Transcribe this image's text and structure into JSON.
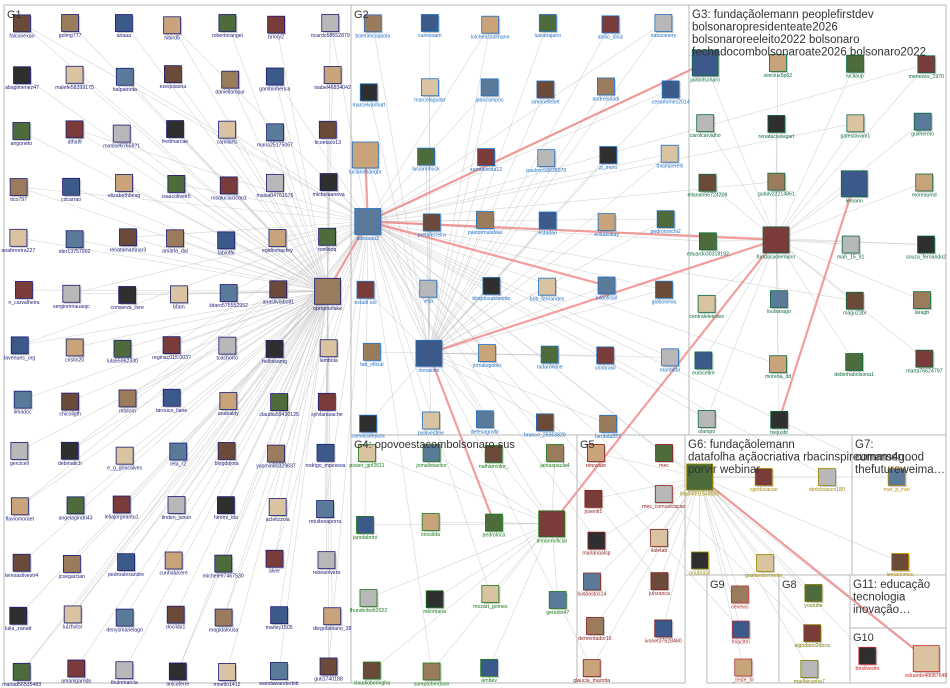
{
  "colors": {
    "background": "#ffffff",
    "panel_border": "#b9b9b9",
    "edge_default": "#c8c8c8",
    "edge_highlight": "#ee7373",
    "g1": "#1b1b78",
    "g2": "#1f6fc4",
    "g3": "#0b6b3c",
    "g4": "#1a7a1a",
    "g5": "#8a1c1c",
    "g6": "#a08a00",
    "g7": "#c08a00",
    "g8": "#7a7a00",
    "g9": "#bb3333",
    "g10": "#cc2222",
    "g11": "#a02020"
  },
  "groups": [
    {
      "id": "G1",
      "title": "G1",
      "lines": [],
      "color_key": "g1"
    },
    {
      "id": "G2",
      "title": "G2",
      "lines": [],
      "color_key": "g2"
    },
    {
      "id": "G3",
      "title": "G3: fundaçãolemann peoplefirstdev",
      "lines": [
        "bolsonaropresidenteate2026",
        "bolsonaroreeleito2022 bolsonaro",
        "fechadocombolsonaroate2026 bolsonaro2022"
      ],
      "color_key": "g3"
    },
    {
      "id": "G4",
      "title": "G4: opovoestacombolsonaro sus",
      "lines": [],
      "color_key": "g4"
    },
    {
      "id": "G5",
      "title": "G5",
      "lines": [],
      "color_key": "g5"
    },
    {
      "id": "G6",
      "title": "G6: fundaçãolemann",
      "lines": [
        "datafolha açãocriativa rbacinspireumamen…",
        "porvir webinar"
      ],
      "color_key": "g6"
    },
    {
      "id": "G7",
      "title": "G7:",
      "lines": [
        "comms4good",
        "thefutureweima…"
      ],
      "color_key": "g7"
    },
    {
      "id": "G8",
      "title": "G8",
      "lines": [],
      "color_key": "g8"
    },
    {
      "id": "G9",
      "title": "G9",
      "lines": [],
      "color_key": "g9"
    },
    {
      "id": "G10",
      "title": "G10",
      "lines": [],
      "color_key": "g10"
    },
    {
      "id": "G11",
      "title": "G11: educação",
      "lines": [
        "tecnologia",
        "inovação…"
      ],
      "color_key": "g11"
    }
  ],
  "nodes": [
    {
      "label": "falconexao",
      "g": "g1"
    },
    {
      "label": "golmg777",
      "g": "g1"
    },
    {
      "label": "ariaaa",
      "g": "g1"
    },
    {
      "label": "hibird5",
      "g": "g1"
    },
    {
      "label": "robertorangel",
      "g": "g1"
    },
    {
      "label": "briory2",
      "g": "g1"
    },
    {
      "label": "ricardo58552879",
      "g": "g1"
    },
    {
      "label": "abagimenez47",
      "g": "g1"
    },
    {
      "label": "malefe58399175",
      "g": "g1"
    },
    {
      "label": "balpatriota",
      "g": "g1"
    },
    {
      "label": "ezequiasna",
      "g": "g1"
    },
    {
      "label": "daniellampur",
      "g": "g1"
    },
    {
      "label": "gambinherica",
      "g": "g1"
    },
    {
      "label": "isabel46834042",
      "g": "g1"
    },
    {
      "label": "angoneto",
      "g": "g1"
    },
    {
      "label": "athal9",
      "g": "g1"
    },
    {
      "label": "marilse67659?1",
      "g": "g1"
    },
    {
      "label": "fredmarcae",
      "g": "g1"
    },
    {
      "label": "camilarts",
      "g": "g1"
    },
    {
      "label": "maria25175067",
      "g": "g1"
    },
    {
      "label": "ticoetaco13",
      "g": "g1"
    },
    {
      "label": "tico797",
      "g": "g1"
    },
    {
      "label": "cdcarrao",
      "g": "g1"
    },
    {
      "label": "elizabethbeag",
      "g": "g1"
    },
    {
      "label": "isaacolivelr5",
      "g": "g1"
    },
    {
      "label": "rosaluciaclcou1",
      "g": "g1"
    },
    {
      "label": "maisa04761576",
      "g": "g1"
    },
    {
      "label": "michelaaneva",
      "g": "g1"
    },
    {
      "label": "anaferreira227",
      "g": "g1"
    },
    {
      "label": "ider13757992",
      "g": "g1"
    },
    {
      "label": "renatamartinar3",
      "g": "g1"
    },
    {
      "label": "amarla_dal",
      "g": "g1"
    },
    {
      "label": "fabiotfe",
      "g": "g1"
    },
    {
      "label": "egidiomachry",
      "g": "g1"
    },
    {
      "label": "ronildoq",
      "g": "g1"
    },
    {
      "label": "n_carvalheira",
      "g": "g1"
    },
    {
      "label": "sergiomirauaojc",
      "g": "g1"
    },
    {
      "label": "conserva_livre",
      "g": "g1"
    },
    {
      "label": "bfam",
      "g": "g1"
    },
    {
      "label": "kitaro575552952",
      "g": "g1"
    },
    {
      "label": "anasilviabotl1",
      "g": "g1"
    },
    {
      "label": "opropriofake",
      "g": "g1"
    },
    {
      "label": "lavenues_org",
      "g": "g1"
    },
    {
      "label": "cristin20",
      "g": "g1"
    },
    {
      "label": "lula55962330",
      "g": "g1"
    },
    {
      "label": "reginac015:003?",
      "g": "g1"
    },
    {
      "label": "tcachorro",
      "g": "g1"
    },
    {
      "label": "helloisamg",
      "g": "g1"
    },
    {
      "label": "lambola",
      "g": "g1"
    },
    {
      "label": "limadoc",
      "g": "g1"
    },
    {
      "label": "chicoligth",
      "g": "g1"
    },
    {
      "label": "mlstom",
      "g": "g1"
    },
    {
      "label": "tarouco_liane",
      "g": "g1"
    },
    {
      "label": "anabaldy",
      "g": "g1"
    },
    {
      "label": "claudia59430125",
      "g": "g1"
    },
    {
      "label": "sylvlaravache",
      "g": "g1"
    },
    {
      "label": "gercicell",
      "g": "g1"
    },
    {
      "label": "debmatich",
      "g": "g1"
    },
    {
      "label": "e_g_goncalves",
      "g": "g1"
    },
    {
      "label": "leta_r2",
      "g": "g1"
    },
    {
      "label": "blogdojota",
      "g": "g1"
    },
    {
      "label": "yasmin80329837",
      "g": "g1"
    },
    {
      "label": "rodrigo_mpessoa",
      "g": "g1"
    },
    {
      "label": "flaviomoraet",
      "g": "g1"
    },
    {
      "label": "angelagindri43",
      "g": "g1"
    },
    {
      "label": "leliajorgeantu1",
      "g": "g1"
    },
    {
      "label": "linden_junior",
      "g": "g1"
    },
    {
      "label": "hiromi_ida",
      "g": "g1"
    },
    {
      "label": "aclelizzola",
      "g": "g1"
    },
    {
      "label": "retuiteeaporra",
      "g": "g1"
    },
    {
      "label": "teresasilvestr4",
      "g": "g1"
    },
    {
      "label": "jcsegarcian",
      "g": "g1"
    },
    {
      "label": "pedroalexandre",
      "g": "g1"
    },
    {
      "label": "cunhalucere",
      "g": "g1"
    },
    {
      "label": "michele97467530",
      "g": "g1"
    },
    {
      "label": "alver",
      "g": "g1"
    },
    {
      "label": "rebeaolvera",
      "g": "g1"
    },
    {
      "label": "lulia_zanatt",
      "g": "g1"
    },
    {
      "label": "luizhvtor",
      "g": "g1"
    },
    {
      "label": "denysmarielagn",
      "g": "g1"
    },
    {
      "label": "dociida1",
      "g": "g1"
    },
    {
      "label": "magidalousa",
      "g": "g1"
    },
    {
      "label": "marley1505",
      "g": "g1"
    },
    {
      "label": "diegofabiano_38",
      "g": "g1"
    },
    {
      "label": "mariad56535483",
      "g": "g1"
    },
    {
      "label": "amanigarrido",
      "g": "g1"
    },
    {
      "label": "thuinmarcia",
      "g": "g1"
    },
    {
      "label": "anicaferre",
      "g": "g1"
    },
    {
      "label": "mnetlo1412",
      "g": "g1"
    },
    {
      "label": "wandawanderbitt",
      "g": "g1"
    },
    {
      "label": "guti1740188",
      "g": "g1"
    },
    {
      "label": "boletimcoppola",
      "g": "g2"
    },
    {
      "label": "cariossam",
      "g": "g2"
    },
    {
      "label": "lolcheassalmann",
      "g": "g2"
    },
    {
      "label": "luizatrajano",
      "g": "g2"
    },
    {
      "label": "abilio_diniz",
      "g": "g2"
    },
    {
      "label": "natuzanery",
      "g": "g2"
    },
    {
      "label": "marcelvanhatt",
      "g": "g2"
    },
    {
      "label": "marcelaguilar",
      "g": "g2"
    },
    {
      "label": "jaaocampos",
      "g": "g2"
    },
    {
      "label": "simonetebet",
      "g": "g2"
    },
    {
      "label": "andreisaadi",
      "g": "g2"
    },
    {
      "label": "cesarlomes2014",
      "g": "g2"
    },
    {
      "label": "lucianohangbr",
      "g": "g2"
    },
    {
      "label": "lucianohuck",
      "g": "g2"
    },
    {
      "label": "samuelvida12",
      "g": "g2"
    },
    {
      "label": "paulosr58038070",
      "g": "g2"
    },
    {
      "label": "zl_moro",
      "g": "g2"
    },
    {
      "label": "thiamperelli",
      "g": "g2"
    },
    {
      "label": "adessuu2",
      "g": "g2"
    },
    {
      "label": "pretaferreira",
      "g": "g2"
    },
    {
      "label": "pastormalafaia",
      "g": "g2"
    },
    {
      "label": "estadao",
      "g": "g2"
    },
    {
      "label": "erikakokay",
      "g": "g2"
    },
    {
      "label": "pedroronchi2",
      "g": "g2"
    },
    {
      "label": "estadi uol",
      "g": "g2"
    },
    {
      "label": "veja",
      "g": "g2"
    },
    {
      "label": "blogdosakamoto",
      "g": "g2"
    },
    {
      "label": "bob_fernandes",
      "g": "g2"
    },
    {
      "label": "lulaoficial",
      "g": "g2"
    },
    {
      "label": "globonews",
      "g": "g2"
    },
    {
      "label": "fab_oficial",
      "g": "g2"
    },
    {
      "label": "rlonaiomi",
      "g": "g2"
    },
    {
      "label": "jornalogoblo",
      "g": "g2"
    },
    {
      "label": "radaronline",
      "g": "g2"
    },
    {
      "label": "cnnbrasil",
      "g": "g2"
    },
    {
      "label": "marmitbr",
      "g": "g2"
    },
    {
      "label": "camaradeputa",
      "g": "g2"
    },
    {
      "label": "pxinvestme",
      "g": "g2"
    },
    {
      "label": "defesagovbr",
      "g": "g2"
    },
    {
      "label": "branco_25063829",
      "g": "g2"
    },
    {
      "label": "larnbda557",
      "g": "g2"
    },
    {
      "label": "jairbolsonaro",
      "g": "g3"
    },
    {
      "label": "viniclus5p62",
      "g": "g3"
    },
    {
      "label": "lucilaup",
      "g": "g3"
    },
    {
      "label": "menezes_1970",
      "g": "g3"
    },
    {
      "label": "carolcarvalho",
      "g": "g3"
    },
    {
      "label": "renatacselegart",
      "g": "g3"
    },
    {
      "label": "gatestavam1",
      "g": "g3"
    },
    {
      "label": "guilhermo",
      "g": "g3"
    },
    {
      "label": "ellanan56724209",
      "g": "g3"
    },
    {
      "label": "gutalv22214861",
      "g": "g3"
    },
    {
      "label": "lemann",
      "g": "g3"
    },
    {
      "label": "moreaumd",
      "g": "g3"
    },
    {
      "label": "eduardo30318192",
      "g": "g3"
    },
    {
      "label": "fundacaolemann",
      "g": "g3"
    },
    {
      "label": "mah_15_91",
      "g": "g3"
    },
    {
      "label": "souza_fernando2",
      "g": "g3"
    },
    {
      "label": "centraleleicoes",
      "g": "g3"
    },
    {
      "label": "loulsarago",
      "g": "g3"
    },
    {
      "label": "magu23br",
      "g": "g3"
    },
    {
      "label": "laragb",
      "g": "g3"
    },
    {
      "label": "eurocelire",
      "g": "g3"
    },
    {
      "label": "morena_dd",
      "g": "g3"
    },
    {
      "label": "debinhabolsona1",
      "g": "g3"
    },
    {
      "label": "marta76624797",
      "g": "g3"
    },
    {
      "label": "olampo",
      "g": "g3"
    },
    {
      "label": "tsejusbr",
      "g": "g3"
    },
    {
      "label": "power_girl2611",
      "g": "g4"
    },
    {
      "label": "jomalistavitor",
      "g": "g4"
    },
    {
      "label": "nathamvitor_",
      "g": "g4"
    },
    {
      "label": "janiaspaula4",
      "g": "g4"
    },
    {
      "label": "janetabrini",
      "g": "g4"
    },
    {
      "label": "linosilda",
      "g": "g4"
    },
    {
      "label": "pedroloca",
      "g": "g4"
    },
    {
      "label": "lemannoficial",
      "g": "g4"
    },
    {
      "label": "thunderbolt2022",
      "g": "g4"
    },
    {
      "label": "nikomaria",
      "g": "g4"
    },
    {
      "label": "mozart_gomes",
      "g": "g4"
    },
    {
      "label": "geraldo47",
      "g": "g4"
    },
    {
      "label": "claudioberingha",
      "g": "g4"
    },
    {
      "label": "samptoherdson",
      "g": "g4"
    },
    {
      "label": "ambev",
      "g": "g4"
    },
    {
      "label": "renovabr",
      "g": "g5"
    },
    {
      "label": "mec",
      "g": "g5"
    },
    {
      "label": "josenti1",
      "g": "g5"
    },
    {
      "label": "mec_comunicacao",
      "g": "g5"
    },
    {
      "label": "marianaalsp",
      "g": "g5"
    },
    {
      "label": "ilaletab",
      "g": "g5"
    },
    {
      "label": "luisbastos14",
      "g": "g5"
    },
    {
      "label": "juhzanca",
      "g": "g5"
    },
    {
      "label": "dementador16",
      "g": "g5"
    },
    {
      "label": "ivonet37628460",
      "g": "g5"
    },
    {
      "label": "glaucia_marotta",
      "g": "g5"
    },
    {
      "label": "lllia04991548000",
      "g": "g6"
    },
    {
      "label": "cgeducacao",
      "g": "g6"
    },
    {
      "label": "derickvasco180",
      "g": "g6"
    },
    {
      "label": "onubrasil",
      "g": "g6"
    },
    {
      "label": "gustavobernetto_",
      "g": "g6"
    },
    {
      "label": "mar_p_iran",
      "g": "g7"
    },
    {
      "label": "lemannmoc",
      "g": "g7"
    },
    {
      "label": "cenews",
      "g": "g9"
    },
    {
      "label": "fmacltm",
      "g": "g9"
    },
    {
      "label": "_teste_br",
      "g": "g9"
    },
    {
      "label": "youtube",
      "g": "g8"
    },
    {
      "label": "algodaoo2doca",
      "g": "g8"
    },
    {
      "label": "marllacunha7",
      "g": "g8"
    },
    {
      "label": "btrsilvedm",
      "g": "g10"
    },
    {
      "label": "eduardo48087648",
      "g": "g10"
    }
  ]
}
